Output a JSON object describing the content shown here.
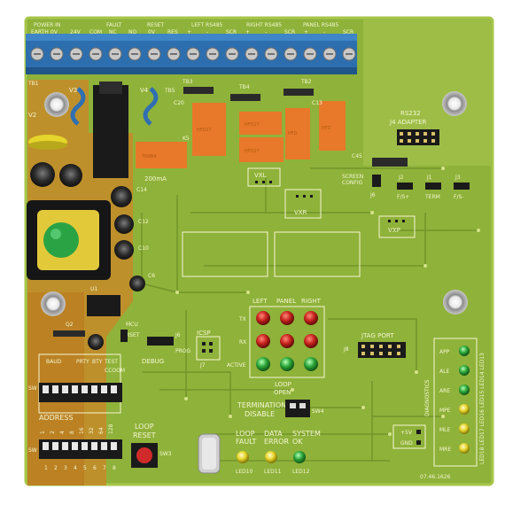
{
  "board": {
    "colors": {
      "pcb": "#8fb23a",
      "pcb_dark": "#6f922a",
      "pcb_edge": "#a7c64c",
      "orange_zone": "#c78a2a",
      "terminal": "#2d6fae",
      "relay": "#e8782a",
      "silk": "#f4f7d2",
      "led_red": "#c9241f",
      "led_green": "#2ea83a",
      "led_yellow": "#e6d52a"
    },
    "terminal_groups": [
      {
        "label": "POWER IN",
        "pins": [
          "EARTH",
          "0V",
          "24V"
        ]
      },
      {
        "label": "FAULT",
        "pins": [
          "COM",
          "NC",
          "NO"
        ]
      },
      {
        "label": "RESET",
        "pins": [
          "0V",
          "RES"
        ]
      },
      {
        "label": "LEFT RS485",
        "pins": [
          "+",
          "-",
          "SCR"
        ]
      },
      {
        "label": "RIGHT RS485",
        "pins": [
          "+",
          "-",
          "SCR"
        ]
      },
      {
        "label": "PANEL RS485",
        "pins": [
          "+",
          "-",
          "SCR"
        ]
      }
    ],
    "component_labels": {
      "tb1": "TB1",
      "v3": "V3",
      "v2": "V2",
      "v4": "V4",
      "tb5": "TB5",
      "tb3": "TB3",
      "tb4": "TB4",
      "tb2": "TB2",
      "c20": "C20",
      "c13": "C13",
      "c14": "C14",
      "c12": "C12",
      "c10": "C10",
      "c6": "C6",
      "k5": "K5",
      "fuse": "200mA",
      "q2": "Q2",
      "u1": "U1",
      "mcu": "MCU",
      "rset": "RSET",
      "c45": "C45"
    },
    "rs232": {
      "title": "RS232",
      "subtitle": "J4 ADAPTER"
    },
    "screen_config": {
      "line1": "SCREEN",
      "line2": "CONFIG",
      "jumper": "J6"
    },
    "jumpers": [
      {
        "id": "J2",
        "label": "F/S+"
      },
      {
        "id": "J1",
        "label": "TERM"
      },
      {
        "id": "J3",
        "label": "F/S-"
      }
    ],
    "vx_labels": {
      "vxl": "VXL",
      "vxr": "VXR",
      "vxp": "VXP"
    },
    "led_matrix": {
      "columns": [
        "LEFT",
        "PANEL",
        "RIGHT"
      ],
      "rows": [
        "TX",
        "RX",
        "ACTIVE"
      ],
      "row_colors": [
        "red",
        "red",
        "green"
      ],
      "loop_open_line1": "LOOP",
      "loop_open_line2": "OPEN"
    },
    "jtag": {
      "label": "JTAG PORT",
      "ref": "J8"
    },
    "debug": {
      "label": "DEBUG",
      "ref": "J6",
      "prog": "PROG",
      "icsp": "ICSP",
      "j7": "J7"
    },
    "dip_block": {
      "sw": "SW",
      "headers": [
        "BAUD",
        "PRTY",
        "BTY",
        "TEST"
      ],
      "extra": "CCOOM"
    },
    "address": {
      "title": "ADDRESS",
      "values": [
        "1",
        "2",
        "4",
        "8",
        "16",
        "32",
        "64",
        "128"
      ],
      "numbers": [
        "1",
        "2",
        "3",
        "4",
        "5",
        "6",
        "7",
        "8"
      ],
      "sw": "SW"
    },
    "loop_reset": {
      "line1": "LOOP",
      "line2": "RESET",
      "ref": "SW3"
    },
    "termination": {
      "line1": "TERMINATION",
      "line2": "DISABLE",
      "ref": "SW4"
    },
    "status_leds": [
      {
        "line1": "LOOP",
        "line2": "FAULT",
        "ref": "LED10",
        "color": "yellow"
      },
      {
        "line1": "DATA",
        "line2": "ERROR",
        "ref": "LED11",
        "color": "yellow"
      },
      {
        "line1": "SYSTEM",
        "line2": "OK",
        "ref": "LED12",
        "color": "green"
      }
    ],
    "power_pins": {
      "plus": "+5V",
      "gnd": "GND"
    },
    "diagnostics": {
      "title": "DIAGNOSTICS",
      "items": [
        {
          "label": "APP",
          "color": "green"
        },
        {
          "label": "ALE",
          "color": "green"
        },
        {
          "label": "ARE",
          "color": "green"
        },
        {
          "label": "MPE",
          "color": "yellow"
        },
        {
          "label": "MLE",
          "color": "yellow"
        },
        {
          "label": "MRE",
          "color": "yellow"
        }
      ],
      "side_text": "LED18 LED17 LED16 LED15 LED14 LED13"
    },
    "part_no": "07.46.1626"
  }
}
